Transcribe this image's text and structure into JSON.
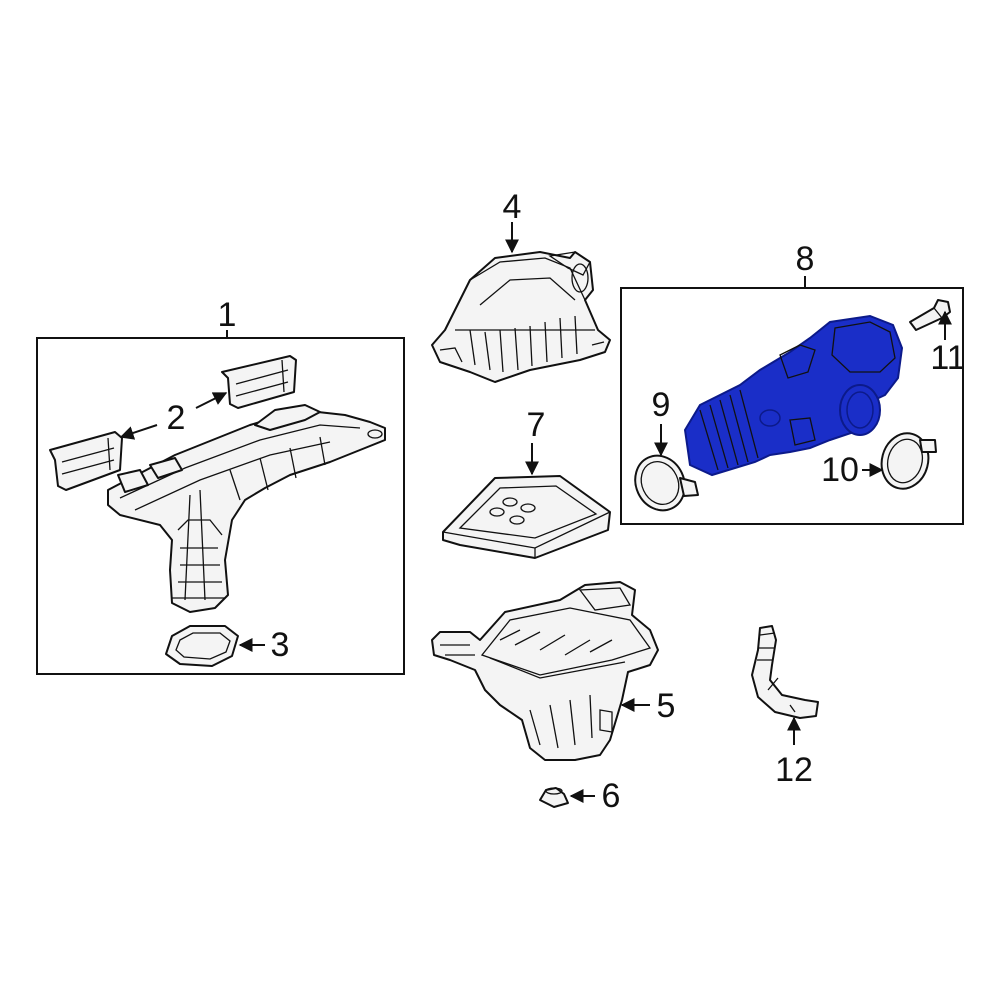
{
  "callouts": {
    "c1": "1",
    "c2": "2",
    "c3": "3",
    "c4": "4",
    "c5": "5",
    "c6": "6",
    "c7": "7",
    "c8": "8",
    "c9": "9",
    "c10": "10",
    "c11": "11",
    "c12": "12"
  },
  "colors": {
    "highlight": "#1a2ec8",
    "highlight_dark": "#0c1a8a",
    "line": "#111111",
    "part_fill": "#f4f4f4"
  }
}
